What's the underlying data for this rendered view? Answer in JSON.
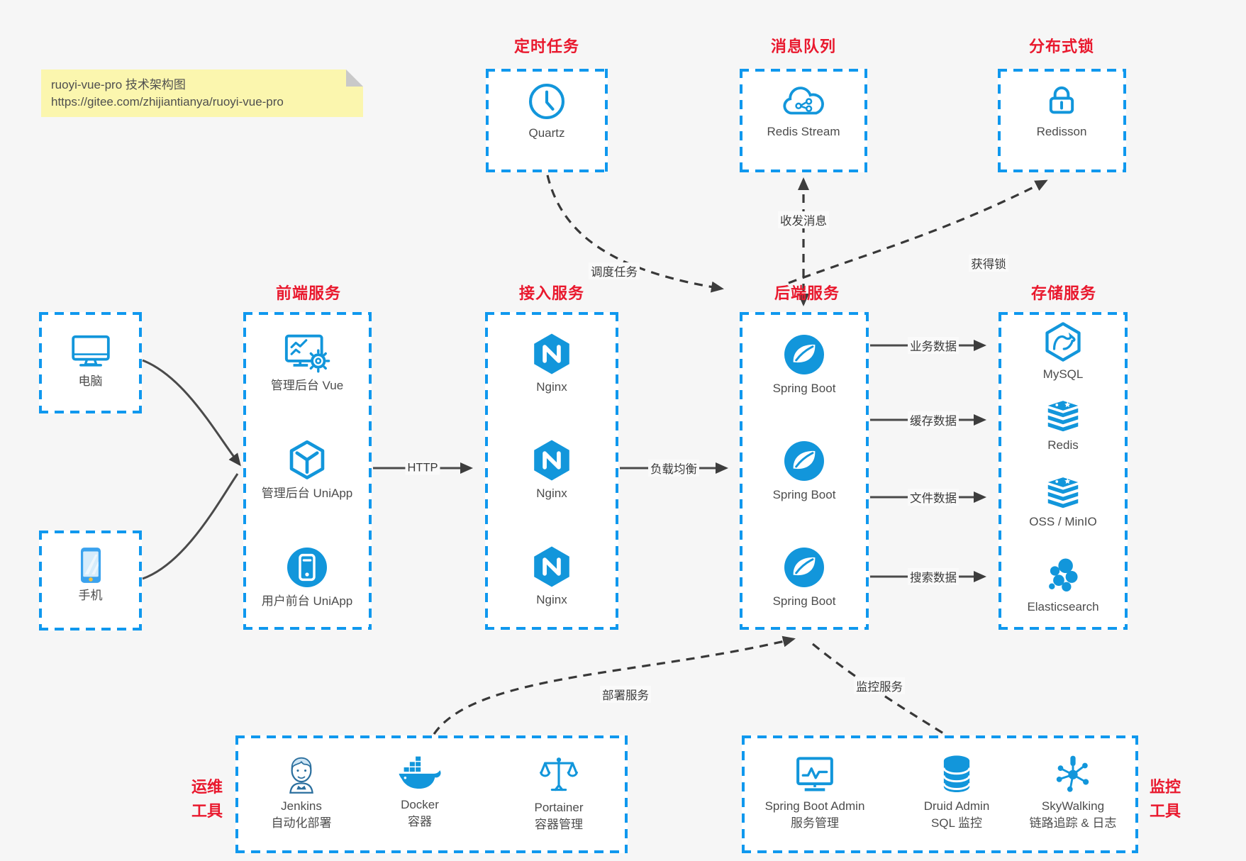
{
  "colors": {
    "accent_blue": "#1296db",
    "border_blue": "#0f98ee",
    "title_red": "#e9192e",
    "arrow_dark": "#3d3d3d",
    "note_bg": "#fbf6ae",
    "canvas_bg": "#f6f6f6"
  },
  "note": {
    "line1": "ruoyi-vue-pro 技术架构图",
    "line2": "https://gitee.com/zhijiantianya/ruoyi-vue-pro"
  },
  "top_services": [
    {
      "title": "定时任务",
      "label": "Quartz",
      "icon": "clock-icon"
    },
    {
      "title": "消息队列",
      "label": "Redis Stream",
      "icon": "cloud-stream-icon"
    },
    {
      "title": "分布式锁",
      "label": "Redisson",
      "icon": "lock-icon"
    }
  ],
  "devices": [
    {
      "label": "电脑",
      "icon": "desktop-icon"
    },
    {
      "label": "手机",
      "icon": "phone-icon"
    }
  ],
  "columns": [
    {
      "title": "前端服务",
      "items": [
        {
          "label": "管理后台 Vue",
          "icon": "admin-vue-icon"
        },
        {
          "label": "管理后台 UniApp",
          "icon": "uniapp-cube-icon"
        },
        {
          "label": "用户前台 UniApp",
          "icon": "user-app-icon"
        }
      ]
    },
    {
      "title": "接入服务",
      "items": [
        {
          "label": "Nginx",
          "icon": "nginx-icon"
        },
        {
          "label": "Nginx",
          "icon": "nginx-icon"
        },
        {
          "label": "Nginx",
          "icon": "nginx-icon"
        }
      ]
    },
    {
      "title": "后端服务",
      "items": [
        {
          "label": "Spring Boot",
          "icon": "spring-icon"
        },
        {
          "label": "Spring Boot",
          "icon": "spring-icon"
        },
        {
          "label": "Spring Boot",
          "icon": "spring-icon"
        }
      ]
    },
    {
      "title": "存储服务",
      "items": [
        {
          "label": "MySQL",
          "icon": "mysql-icon"
        },
        {
          "label": "Redis",
          "icon": "redis-stack-icon"
        },
        {
          "label": "OSS / MinIO",
          "icon": "storage-stack-icon"
        },
        {
          "label": "Elasticsearch",
          "icon": "elasticsearch-icon"
        }
      ]
    }
  ],
  "edges": {
    "http": "HTTP",
    "load_balance": "负载均衡",
    "business": "业务数据",
    "cache": "缓存数据",
    "file": "文件数据",
    "search": "搜索数据",
    "schedule": "调度任务",
    "message": "收发消息",
    "lock": "获得锁",
    "deploy": "部署服务",
    "monitor": "监控服务"
  },
  "ops_tools": {
    "side1": "运维",
    "side2": "工具",
    "items": [
      {
        "name": "Jenkins",
        "desc": "自动化部署",
        "icon": "jenkins-icon"
      },
      {
        "name": "Docker",
        "desc": "容器",
        "icon": "docker-icon"
      },
      {
        "name": "Portainer",
        "desc": "容器管理",
        "icon": "portainer-icon"
      }
    ]
  },
  "monitor_tools": {
    "side1": "监控",
    "side2": "工具",
    "items": [
      {
        "name": "Spring Boot Admin",
        "desc": "服务管理",
        "icon": "sba-icon"
      },
      {
        "name": "Druid Admin",
        "desc": "SQL 监控",
        "icon": "druid-icon"
      },
      {
        "name": "SkyWalking",
        "desc": "链路追踪 & 日志",
        "icon": "skywalking-icon"
      }
    ]
  }
}
